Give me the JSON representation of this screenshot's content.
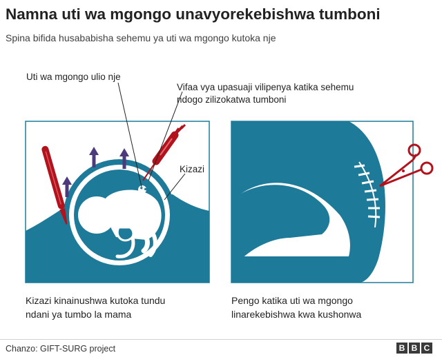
{
  "title": "Namna uti wa mgongo unavyorekebishwa tumboni",
  "subtitle": "Spina bifida husababisha sehemu ya uti wa mgongo kutoka nje",
  "annotations": {
    "spine_outside": "Uti wa mgongo ulio nje",
    "instruments_line1": "Vifaa vya upasuaji vilipenya katika sehemu",
    "instruments_line2": "ndogo zilizokatwa tumboni",
    "uterus": "Kizazi"
  },
  "captions": {
    "left_line1": "Kizazi kinainushwa kutoka tundu",
    "left_line2": "ndani ya tumbo la mama",
    "right_line1": "Pengo katika uti wa mgongo",
    "right_line2": "linarekebishwa kwa kushonwa"
  },
  "source": "Chanzo: GIFT-SURG project",
  "logo": [
    "B",
    "B",
    "C"
  ],
  "colors": {
    "teal": "#1d7a98",
    "instrument_red": "#b1121b",
    "arrow_purple": "#4d3a7c"
  }
}
